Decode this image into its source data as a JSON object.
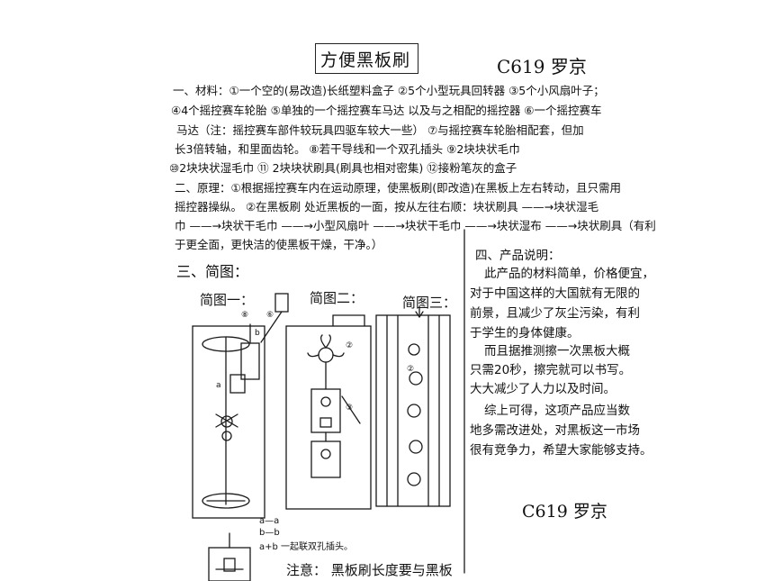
{
  "title": "方便黑板刷",
  "signature_top": "C619 罗京",
  "signature_bottom": "C619 罗京",
  "section1": {
    "line1": "一、材料：①一个空的(易改造)长纸塑料盒子 ②5个小型玩具回转器 ③5个小风扇叶子；",
    "line2": "④4个摇控赛车轮胎 ⑤单独的一个摇控赛车马达 以及与之相配的摇控器 ⑥一个摇控赛车",
    "line3": "马达（注：摇控赛车部件较玩具四驱车较大一些） ⑦与摇控赛车轮胎相配套，但加",
    "line4": "长3倍转轴，和里面齿轮。 ⑧若干导线和一个双孔插头 ⑨2块块状毛巾",
    "line5": "⑩2块块状湿毛巾 ⑪ 2块块状刷具(刷具也相对密集) ⑫接粉笔灰的盒子"
  },
  "section2": {
    "line1": "二、原理：①根据摇控赛车内在运动原理，使黑板刷(即改造)在黑板上左右转动，且只需用",
    "line2": "摇控器操纵。 ②在黑板刷 处近黑板的一面，按从左往右顺：块状刷具 ——→块状湿毛",
    "line3": "巾 ——→块状干毛巾 ——→小型风扇叶 ——→块状干毛巾 ——→块状湿布 ——→块状刷具（有利",
    "line4": "于更全面，更快洁的使黑板干燥，干净。）"
  },
  "section3": {
    "heading": "三、简图：",
    "diagram1": "简图一：",
    "diagram2": "简图二：",
    "diagram3": "简图三："
  },
  "section4": {
    "heading": "四、产品说明：",
    "lines": [
      "此产品的材料简单，价格便宜，",
      "对于中国这样的大国就有无限的",
      "前景，且减少了灰尘污染，有利",
      "于学生的身体健康。",
      "而且据推测擦一次黑板大概",
      "只需20秒，擦完就可以书写。",
      "大大减少了人力以及时间。",
      "综上可得，这项产品应当数",
      "地多需改进处，对黑板这一市场",
      "很有竞争力，希望大家能够支持。"
    ]
  },
  "legend": {
    "l1": "a—a",
    "l2": "b—b",
    "l3": "a+b 一起联双孔插头。"
  },
  "note": "注意： 黑板刷长度要与黑板"
}
